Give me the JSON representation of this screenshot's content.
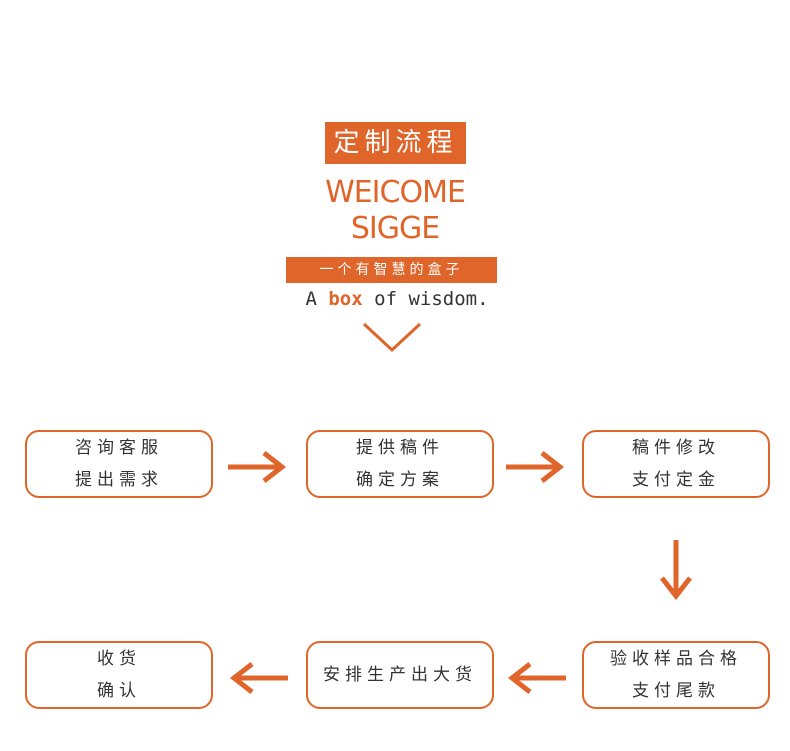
{
  "header": {
    "title": "定制流程",
    "welcome_line1": "WEICOME",
    "welcome_line2": "SIGGE",
    "subtitle": "一个有智慧的盒子",
    "tagline_pre": "A ",
    "tagline_highlight": "box",
    "tagline_post": " of wisdom."
  },
  "steps": [
    {
      "line1": "咨询客服",
      "line2": "提出需求"
    },
    {
      "line1": "提供稿件",
      "line2": "确定方案"
    },
    {
      "line1": "稿件修改",
      "line2": "支付定金"
    },
    {
      "line1": "验收样品合格",
      "line2": "支付尾款"
    },
    {
      "line1": "安排生产出大货",
      "line2": ""
    },
    {
      "line1": "收货",
      "line2": "确认"
    }
  ],
  "colors": {
    "accent": "#e0652a",
    "text": "#333333"
  }
}
